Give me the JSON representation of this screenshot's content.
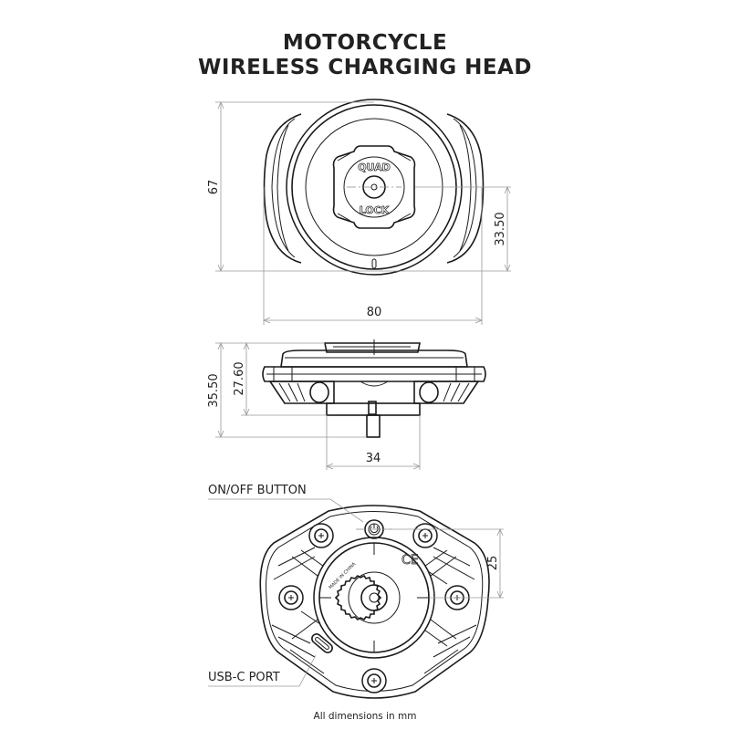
{
  "title": {
    "line1": "MOTORCYCLE",
    "line2": "WIRELESS CHARGING HEAD"
  },
  "top_view": {
    "logo_text_top": "QUAD",
    "logo_text_bottom": "LOCK",
    "dim_height": "67",
    "dim_half_height": "33.50",
    "dim_width": "80"
  },
  "side_view": {
    "dim_total_height": "35.50",
    "dim_body_height": "27.60",
    "dim_base_width": "34"
  },
  "bottom_view": {
    "label_button": "ON/OFF BUTTON",
    "label_port": "USB-C PORT",
    "dim_offset": "25",
    "marking": "MADE IN CHINA"
  },
  "footer": "All dimensions in mm"
}
